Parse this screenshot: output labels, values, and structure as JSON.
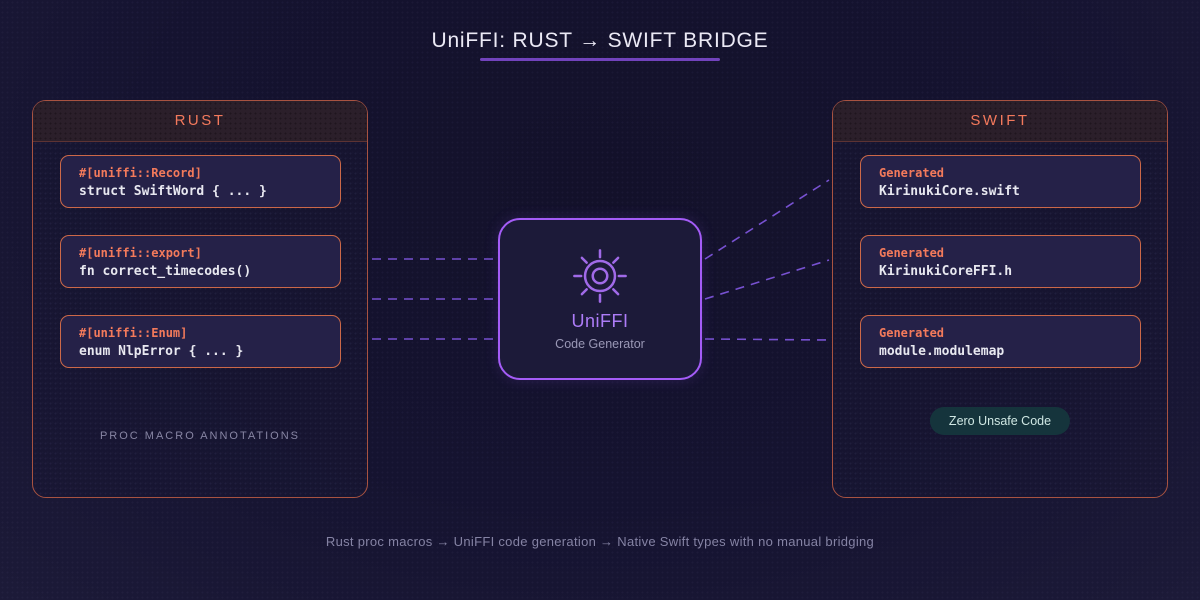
{
  "title": "UniFFI: RUST → SWIFT BRIDGE",
  "rust_panel": {
    "header": "RUST",
    "boxes": [
      {
        "annotation": "#[uniffi::Record]",
        "code": "struct SwiftWord { ... }"
      },
      {
        "annotation": "#[uniffi::export]",
        "code": "fn correct_timecodes()"
      },
      {
        "annotation": "#[uniffi::Enum]",
        "code": "enum NlpError { ... }"
      }
    ],
    "footnote": "PROC MACRO ANNOTATIONS"
  },
  "generator": {
    "icon": "gear-icon",
    "name": "UniFFI",
    "subtitle": "Code Generator"
  },
  "swift_panel": {
    "header": "SWIFT",
    "boxes": [
      {
        "label": "Generated",
        "file": "KirinukiCore.swift"
      },
      {
        "label": "Generated",
        "file": "KirinukiCoreFFI.h"
      },
      {
        "label": "Generated",
        "file": "module.modulemap"
      }
    ],
    "badge": "Zero Unsafe Code"
  },
  "caption": "Rust proc macros → UniFFI code generation → Native Swift types with no manual bridging",
  "colors": {
    "background": "#14122a",
    "panel_border": "#a85341",
    "accent_orange": "#f3795c",
    "accent_purple": "#a45cf7",
    "dashed_line": "#7d55da",
    "code_box_background": "#252148",
    "badge_background": "#15343c",
    "title_underline": "#7243bd"
  }
}
